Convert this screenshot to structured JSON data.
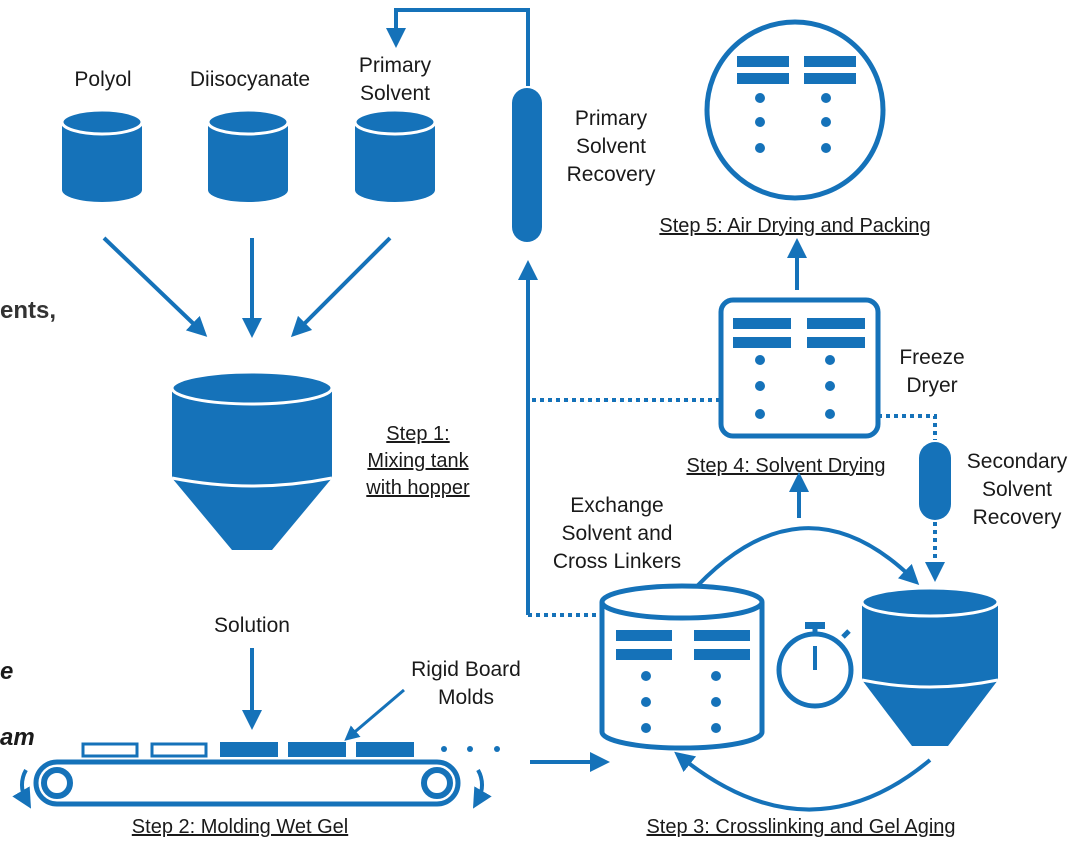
{
  "colors": {
    "primary": "#1572b9",
    "text": "#1a1a1a"
  },
  "partial_text": {
    "left_middle": "ents,",
    "left_lower_1": "e",
    "left_lower_2": "am"
  },
  "inputs": {
    "polyol": "Polyol",
    "diisocyanate": "Diisocyanate",
    "primary_solvent_1": "Primary",
    "primary_solvent_2": "Solvent"
  },
  "recovery": {
    "primary": [
      "Primary",
      "Solvent",
      "Recovery"
    ],
    "secondary": [
      "Secondary",
      "Solvent",
      "Recovery"
    ]
  },
  "steps": {
    "step1": [
      "Step 1:",
      "Mixing tank",
      "with hopper"
    ],
    "step2": "Step 2: Molding Wet Gel",
    "step3": "Step 3: Crosslinking and Gel Aging",
    "step4": "Step 4: Solvent Drying",
    "step5": "Step 5: Air Drying and Packing"
  },
  "labels": {
    "solution": "Solution",
    "rigid_molds": [
      "Rigid Board",
      "Molds"
    ],
    "freeze_dryer": [
      "Freeze",
      "Dryer"
    ],
    "exchange": [
      "Exchange",
      "Solvent and",
      "Cross Linkers"
    ]
  },
  "icons": [
    "storage-tank-icon",
    "mixing-hopper-icon",
    "conveyor-belt-icon",
    "exchange-vat-icon",
    "stopwatch-icon",
    "aging-hopper-icon",
    "freeze-dryer-icon",
    "recovery-column-icon",
    "packing-circle-icon"
  ]
}
